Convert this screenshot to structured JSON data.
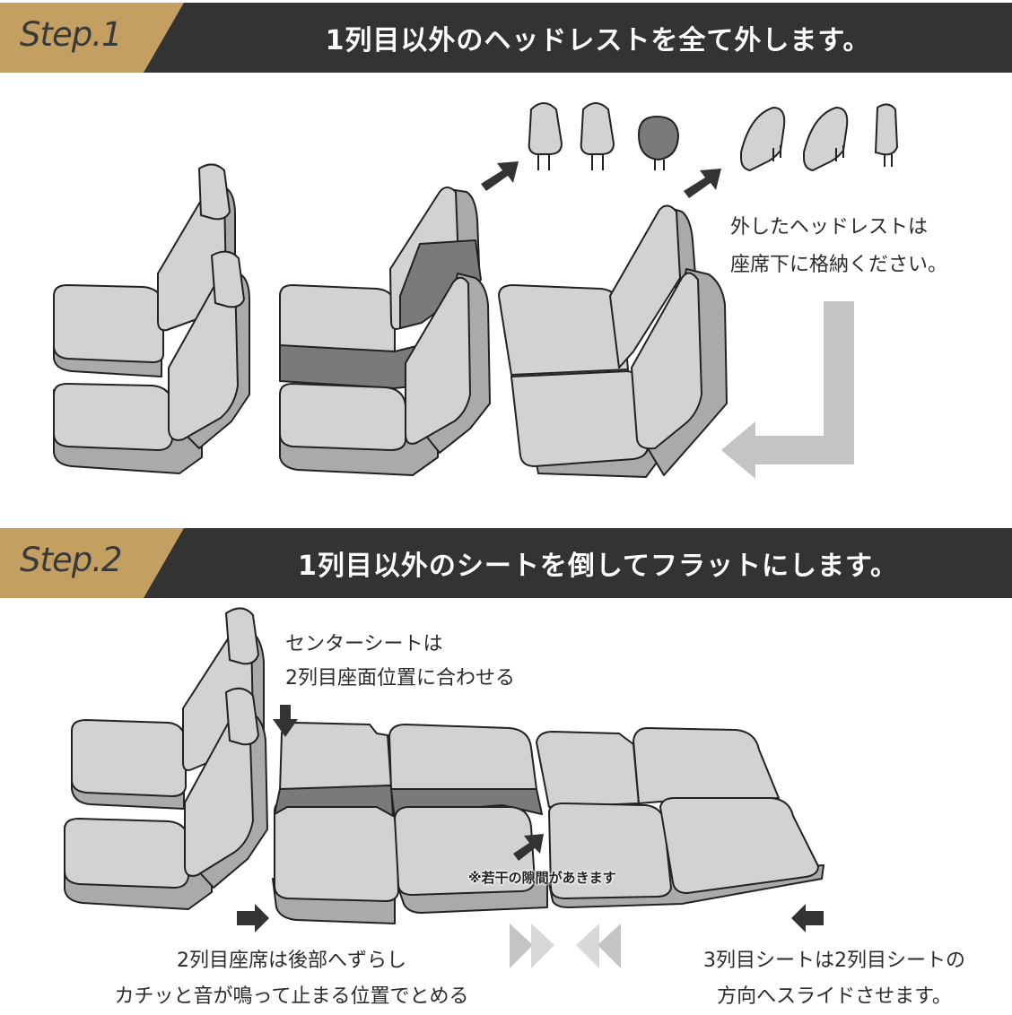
{
  "step1": {
    "label": "Step.1",
    "title": "1列目以外のヘッドレストを全て外します。",
    "note_lines": [
      "外したヘッドレストは",
      "座席下に格納ください。"
    ]
  },
  "step2": {
    "label": "Step.2",
    "title": "1列目以外のシートを倒してフラットにします。",
    "center_note_lines": [
      "センターシートは",
      "2列目座面位置に合わせる"
    ],
    "gap_note": "※若干の隙間があきます",
    "row2_note_lines": [
      "2列目座席は後部へずらし",
      "カチッと音が鳴って止まる位置でとめる"
    ],
    "row3_note_lines": [
      "3列目シートは2列目シートの",
      "方向へスライドさせます。"
    ]
  },
  "colors": {
    "banner": "#333333",
    "accent_gold": "#c49f62",
    "seat_fill": "#d2d2d2",
    "seat_dark": "#7a7a7a",
    "seat_side": "#aaaaaa",
    "arrow_light": "#c4c4c4",
    "arrow_dark": "#333333"
  }
}
